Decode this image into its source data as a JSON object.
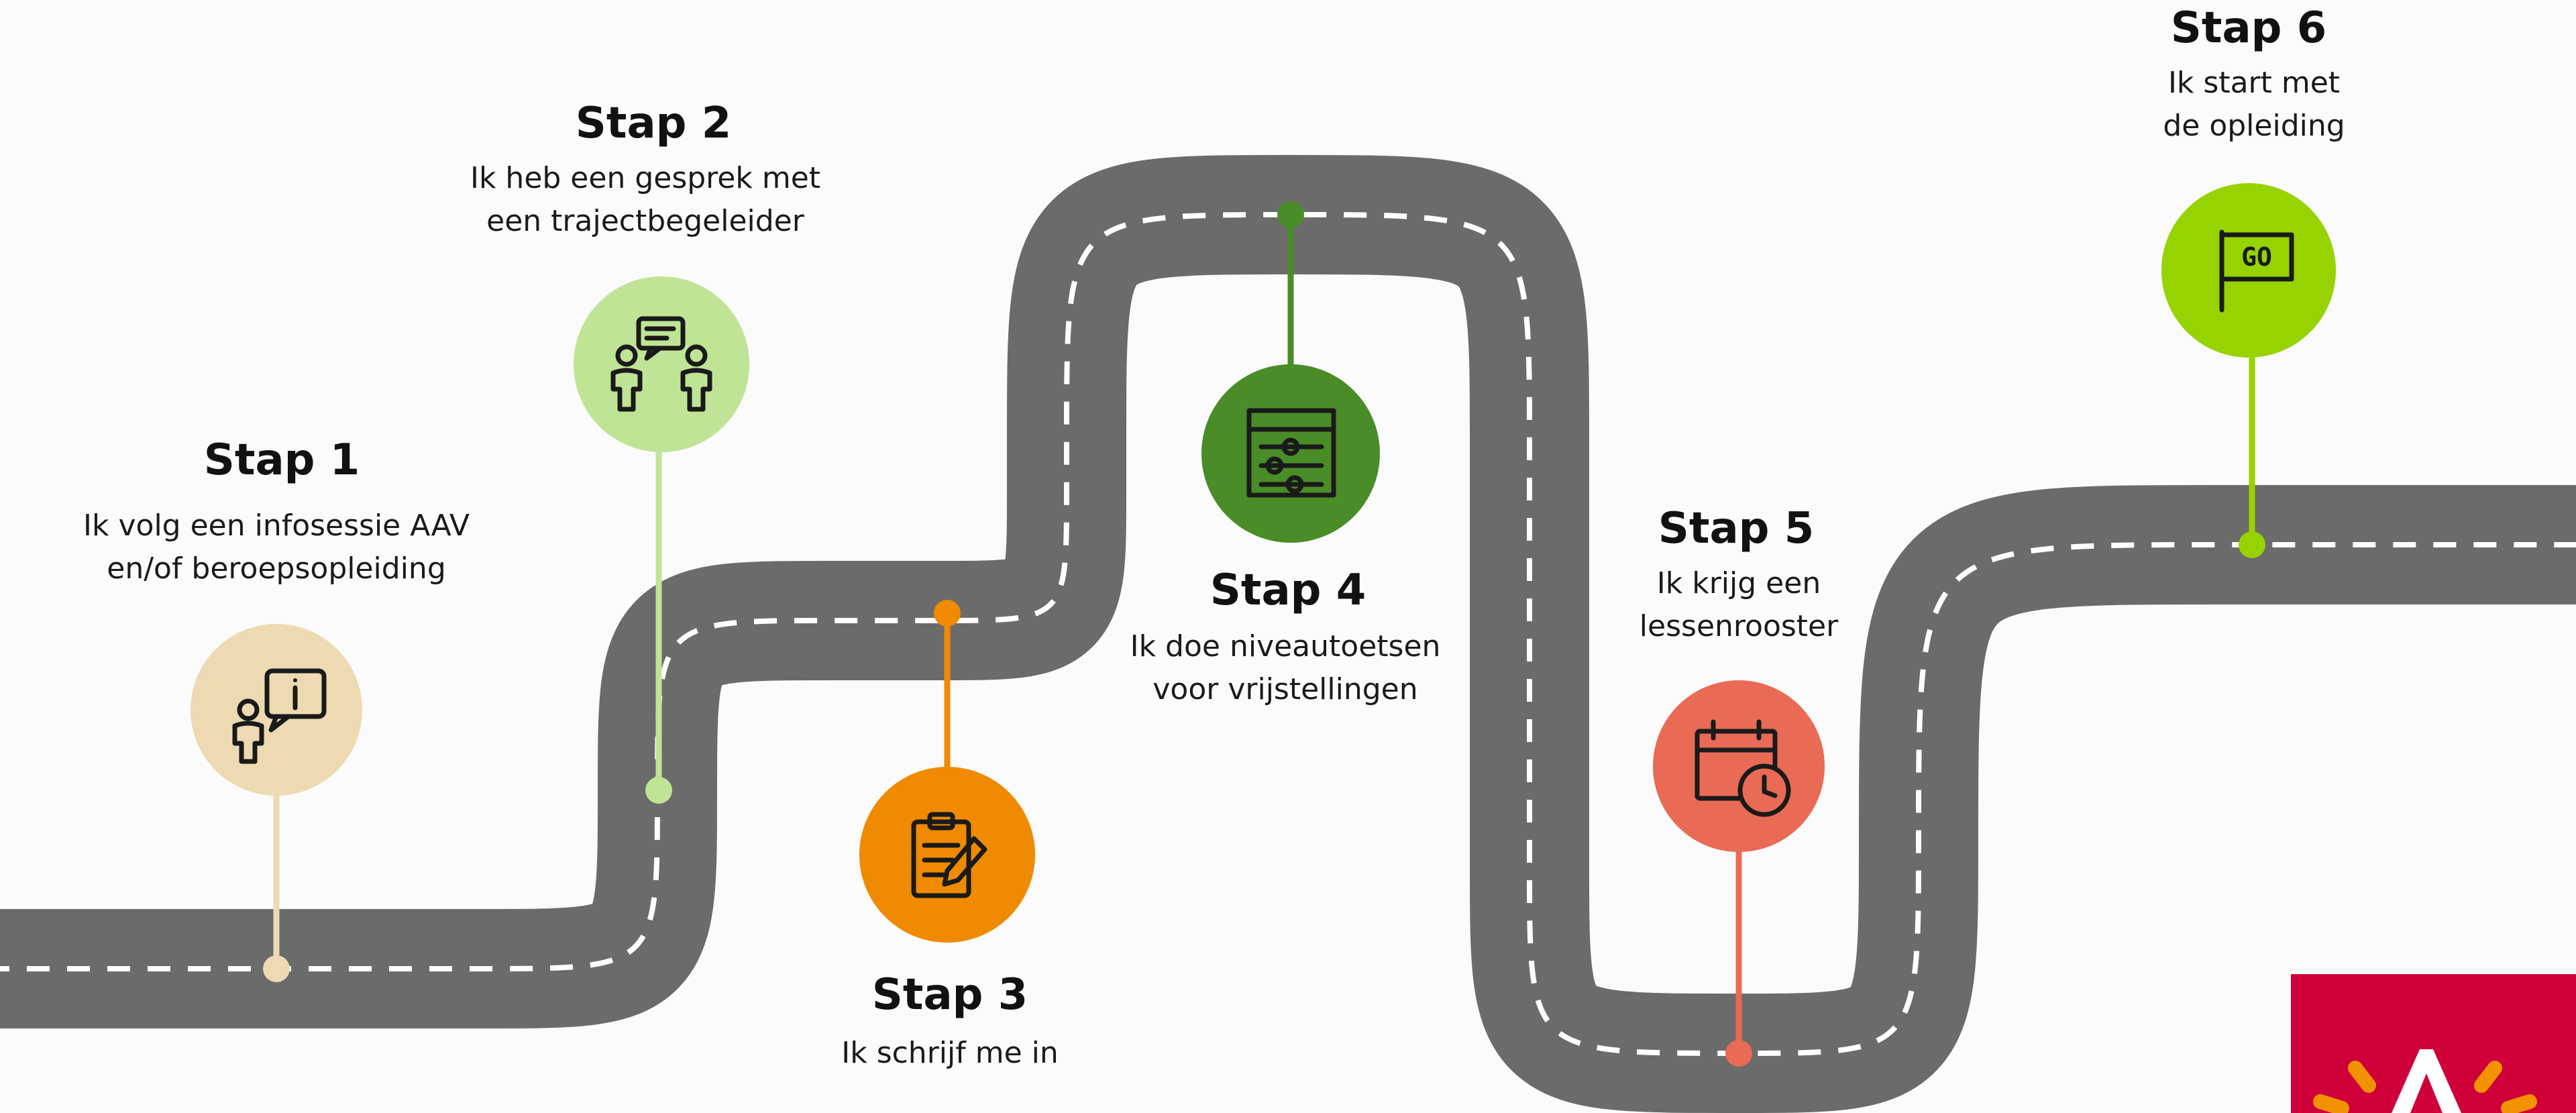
{
  "colors": {
    "road": "#6b6b6b",
    "lane_marking": "#ffffff",
    "background": "#fbfbfb",
    "step1": "#eddab2",
    "step2": "#bfe496",
    "step3": "#f08a00",
    "step4": "#4a8c28",
    "step5": "#e96a55",
    "step6": "#96d300",
    "logo": "#cf0039",
    "logo_rays": "#f39200"
  },
  "steps": [
    {
      "title": "Stap 1",
      "desc_line1": "Ik volg een infosessie AAV",
      "desc_line2": "en/of beroepsopleiding",
      "icon": "info-speech-person-icon"
    },
    {
      "title": "Stap 2",
      "desc_line1": "Ik heb een gesprek met",
      "desc_line2": "een trajectbegeleider",
      "icon": "conversation-icon"
    },
    {
      "title": "Stap 3",
      "desc_line1": "Ik schrijf me in",
      "desc_line2": "",
      "icon": "clipboard-pen-icon"
    },
    {
      "title": "Stap 4",
      "desc_line1": "Ik doe niveautoetsen",
      "desc_line2": "voor vrijstellingen",
      "icon": "sliders-icon"
    },
    {
      "title": "Stap 5",
      "desc_line1": "Ik krijg een",
      "desc_line2": "lessenrooster",
      "icon": "calendar-clock-icon"
    },
    {
      "title": "Stap 6",
      "desc_line1": "Ik start met",
      "desc_line2": "de opleiding",
      "icon": "go-flag-icon"
    }
  ],
  "go_flag_text": "GO"
}
